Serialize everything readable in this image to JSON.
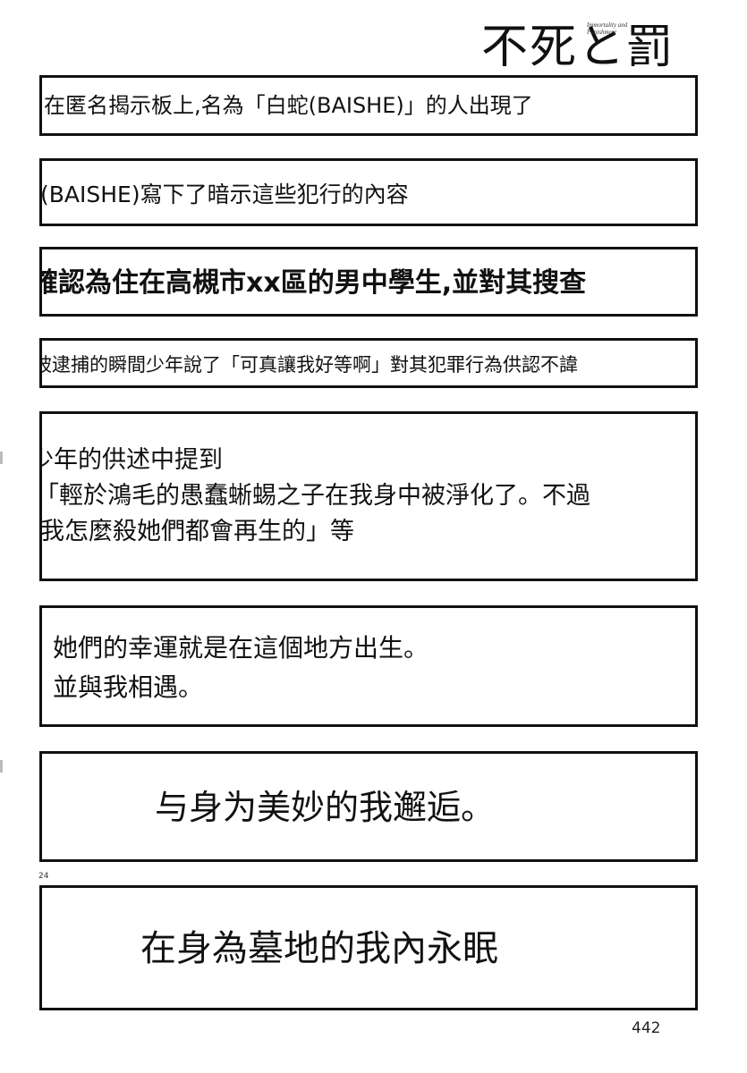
{
  "logo": {
    "title": "不死と罰",
    "subtitle": "Immortality and Punishment"
  },
  "panels": [
    "在匿名揭示板上,名為「白蛇(BAISHE)」的人出現了",
    "(BAISHE)寫下了暗示這些犯行的內容",
    "確認為住在高槻市xx區的男中學生,並對其搜查",
    "被逮捕的瞬間少年說了「可真讓我好等啊」對其犯罪行為供認不諱",
    {
      "line1": "少年的供述中提到",
      "line2": "「輕於鴻毛的愚蠢蜥蜴之子在我身中被淨化了。不過",
      "line3": "我怎麼殺她們都會再生的」等"
    },
    {
      "line1": "她們的幸運就是在這個地方出生。",
      "line2": "並與我相遇。"
    },
    "与身为美妙的我邂逅。",
    "在身為墓地的我內永眠"
  ],
  "page_marker": "24",
  "page_number": "442"
}
